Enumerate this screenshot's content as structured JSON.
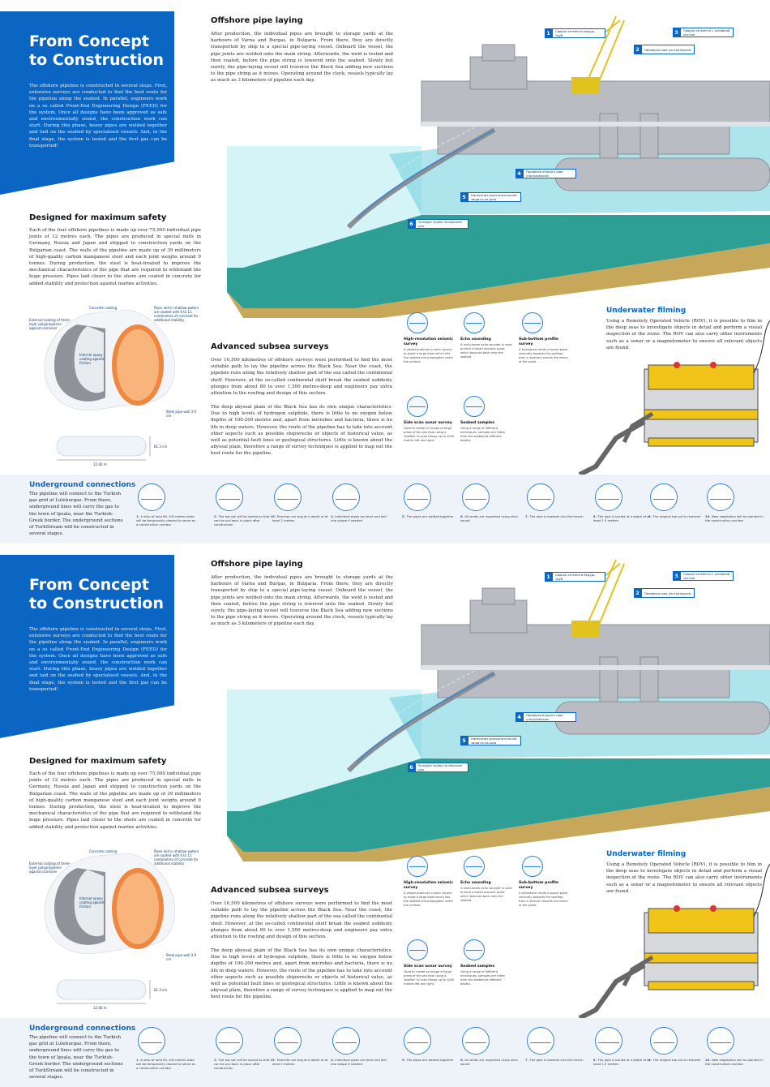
{
  "banner": {
    "title_line1": "From Concept",
    "title_line2": "to Construction",
    "text": "The offshore pipeline is constructed in several steps. First, extensive surveys are conducted to find the best route for the pipeline along the seabed. In parallel, engineers work on a so called Front-End Engineering Design (FEED) for the system. Once all designs have been approved as safe and environmentally sound, the construction work can start. During this phase, heavy pipes are welded together and laid on the seabed by specialised vessels. And, in the final stage, the system is tested and the first gas can be transported!"
  },
  "offshore": {
    "title": "Offshore pipe laying",
    "text": "After production, the individual pipes are brought to storage yards at the harbours of Varna and Burgas, in Bulgaria. From there, they are directly transported by ship to a special pipe-laying vessel. Onboard the vessel, the pipe joints are welded onto the main string. Afterwards, the weld is tested and then coated, before the pipe string is lowered onto the seabed. Slowly but surely, the pipe-laying vessel will traverse the Black Sea adding new sections to the pipe string as it moves. Operating around the clock, vessels typically lay as much as 3 kilometers of pipeline each day."
  },
  "callouts": [
    {
      "num": "1",
      "label": "Сварка сегмента ведущ. труб"
    },
    {
      "num": "2",
      "label": "Проверка шва ультразвуком"
    },
    {
      "num": "3",
      "label": "Сварка сегмента с основной частью"
    },
    {
      "num": "4",
      "label": "Проверка второго шва ультразвуком"
    },
    {
      "num": "5",
      "label": "Нанесение дополнительной защиты на шов"
    },
    {
      "num": "6",
      "label": "Укладка трубы на морское дно"
    }
  ],
  "safety": {
    "title": "Designed for maximum safety",
    "text": "Each of the four offshore pipelines is made up over 75,000 individual pipe joints of 12 metres each. The pipes are produced in special mills in Germany, Russia and Japan and shipped to construction yards on the Bulgarian coast. The walls of the pipeline are made up of 39 millimeters of high-quality carbon manganese steel and each joint weighs around 9 tonnes. During production, the steel is heat-treated to improve the mechanical characteristics of the pipe that are required to withstand the huge pressure. Pipes laid closer to the shore are coated in concrete for added stability and protection against marine activities.",
    "labels": {
      "concrete": "Concrete coating",
      "shallow": "Pipes laid in shallow waters are coated with 6 to 11 centimetres of concrete for additional stability",
      "external": "External coating of three-layer polypropylene against corrosion",
      "internal": "Internal epoxy coating against friction",
      "steel": "Steel pipe wall 3.9 cm",
      "diameter": "81.3 cm",
      "length": "12.00 m"
    }
  },
  "subsea": {
    "title": "Advanced subsea surveys",
    "text1": "Over 16,500 kilometres of offshore surveys were performed to find the most suitable path to lay the pipeline across the Black Sea. Near the coast, the pipeline runs along the relatively shallow part of the sea called the continental shelf. However, at the so-called continental shelf break the seabed suddenly plunges from about 80 to over 1,500 metres-deep and engineers pay extra attention to the routing and design of this section.",
    "text2": "The deep abyssal plain of the Black Sea has its own unique characteristics. Due to high levels of hydrogen sulphide, there is little to no oxygen below depths of 100-200 metres and, apart from microbes and bacteria, there is no life in deep waters. However, the route of the pipeline has to take into account other aspects such as possible shipwrecks or objects of historical value, as well as potential fault lines or geological structures. Little is known about the abyssal plain, therefore a range of survey techniques is applied to map out the best route for the pipeline."
  },
  "surveys": [
    {
      "title": "High-resolution seismic survey",
      "desc": "A vessel produces a sonic source to make a large blast which hits the seabed and propagates under the surface."
    },
    {
      "title": "Echo sounding",
      "desc": "A multi-beam echo sounder is used to emit a broad acoustic pulse which bounces back onto the seabed."
    },
    {
      "title": "Sub-bottom profile survey",
      "desc": "A transducer emits a sound pulse vertically towards the seafloor, then a receiver records the return of the pulse."
    },
    {
      "title": "Side scan sonar survey",
      "desc": "Used to create an image of large areas of the sea floor using a 'towfish' to scan things up to 1000 metres left and right."
    },
    {
      "title": "Seabed samples",
      "desc": "Using a range of different techniques, samples are taken from the seabed at different depths."
    }
  ],
  "filming": {
    "title": "Underwater filming",
    "text": "Using a Remotely Operated Vehicle (ROV), it is possible to film in the deep seas to investigate objects in detail and perform a visual inspection of the route. The ROV can also carry other instruments such as a sonar or a magnetometer to ensure all relevant objects are found."
  },
  "underground": {
    "title": "Underground connections",
    "text": "The pipeline will connect to the Turkish gas grid at Luleburgaz. From there, underground lines will carry the gas to the town of Ipsala, near the Turkish-Greek border. The underground sections of TurkStream will be constructed in several stages."
  },
  "steps": [
    {
      "num": "1.",
      "text": "A strip of land 60–100 metres wide will be temporarily cleared to serve as a construction corridor"
    },
    {
      "num": "2.",
      "text": "The top soil will be stored so that it can be put back in place after construction"
    },
    {
      "num": "3.",
      "text": "Trenches are dug at a depth of at least 2 metres"
    },
    {
      "num": "4.",
      "text": "Individual pipes are bent and laid into shape if needed"
    },
    {
      "num": "5.",
      "text": "The pipes are welded together"
    },
    {
      "num": "6.",
      "text": "All welds are inspected using ultra sound"
    },
    {
      "num": "7.",
      "text": "The pipe is lowered into the trench"
    },
    {
      "num": "8.",
      "text": "The pipe is buried at a depth of at least 1.5 metres"
    },
    {
      "num": "9.",
      "text": "The original top soil is restored"
    },
    {
      "num": "10.",
      "text": "New vegetation will be planted in the construction corridor"
    }
  ],
  "colors": {
    "accent": "#0b66c3",
    "sea": "#5fd0df",
    "sand": "#c7a85a"
  }
}
